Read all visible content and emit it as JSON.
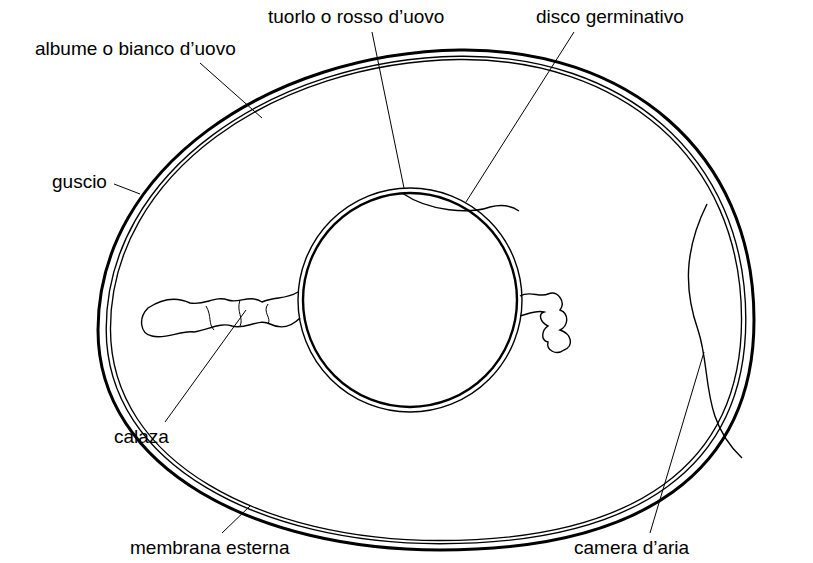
{
  "diagram": {
    "labels": [
      "tuorlo o rosso d’uovo",
      "disco germinativo",
      "albume o bianco d’uovo",
      "guscio",
      "calaza",
      "membrana esterna",
      "camera d’aria"
    ]
  }
}
